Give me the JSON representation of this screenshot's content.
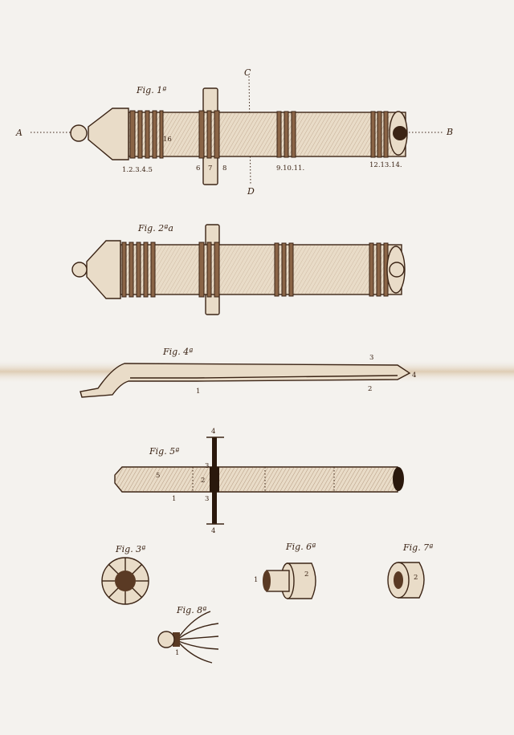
{
  "colors": {
    "paper": "#f4f2ee",
    "ink": "#3b2415",
    "wash": "#e9dcc8",
    "shade": "#8a6446"
  },
  "fig1": {
    "title": "Fig. 1ª",
    "axis_a": "A",
    "axis_b": "B",
    "axis_c": "C",
    "axis_d": "D",
    "labels": [
      "1.2.3.4.5",
      "6",
      "7",
      "8",
      "9.10.11.",
      "12.13.14.",
      "16"
    ]
  },
  "fig2": {
    "title": "Fig. 2ªa"
  },
  "fig4": {
    "title": "Fig. 4ª",
    "labels": [
      "1",
      "2",
      "3",
      "4"
    ]
  },
  "fig5": {
    "title": "Fig. 5ª",
    "labels": [
      "1",
      "2",
      "3",
      "3",
      "4",
      "4",
      "5"
    ]
  },
  "fig3": {
    "title": "Fig. 3ª"
  },
  "fig6": {
    "title": "Fig. 6ª",
    "labels": [
      "1",
      "2"
    ]
  },
  "fig7": {
    "title": "Fig. 7ª",
    "labels": [
      "2"
    ]
  },
  "fig8": {
    "title": "Fig. 8ª",
    "labels": [
      "1"
    ]
  }
}
